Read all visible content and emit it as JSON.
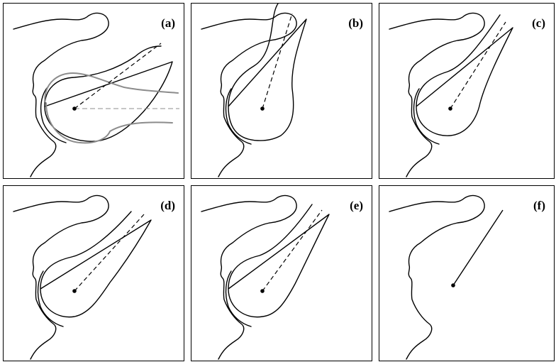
{
  "figure": {
    "panels": [
      {
        "id": "a",
        "label": "(a)"
      },
      {
        "id": "b",
        "label": "(b)"
      },
      {
        "id": "c",
        "label": "(c)"
      },
      {
        "id": "d",
        "label": "(d)"
      },
      {
        "id": "e",
        "label": "(e)"
      },
      {
        "id": "f",
        "label": "(f)"
      }
    ]
  }
}
